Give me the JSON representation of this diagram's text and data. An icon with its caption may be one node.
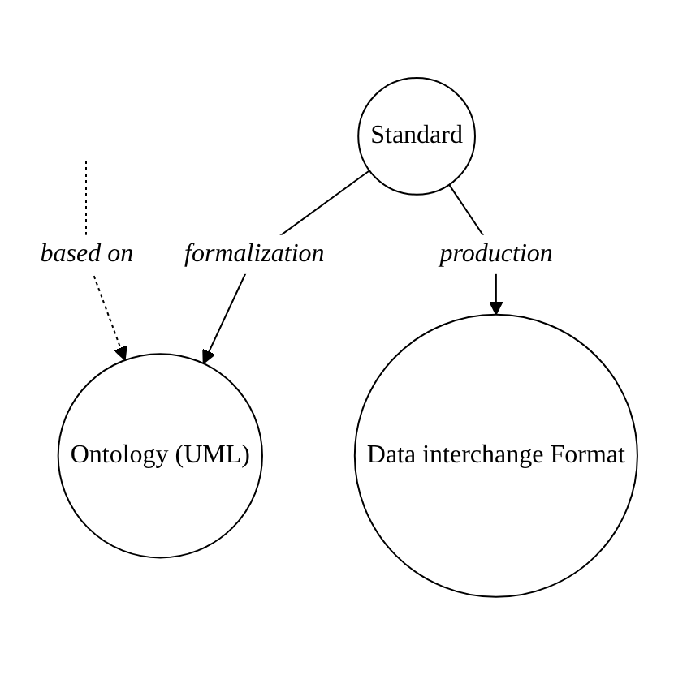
{
  "diagram": {
    "nodes": [
      {
        "text": [
          "Standard"
        ]
      },
      {
        "text": [
          "Ontology (UML)"
        ]
      },
      {
        "text": [
          "Data interchange Format"
        ]
      }
    ],
    "edges": [
      {
        "from": 0,
        "to": 1,
        "arrow": "to",
        "label": "formalization"
      },
      {
        "from": 0,
        "to": 2,
        "arrow": "to",
        "label": "production"
      },
      {
        "from": null,
        "to": 1,
        "arrow": "to",
        "label": "based on",
        "style": "dashed"
      }
    ]
  }
}
